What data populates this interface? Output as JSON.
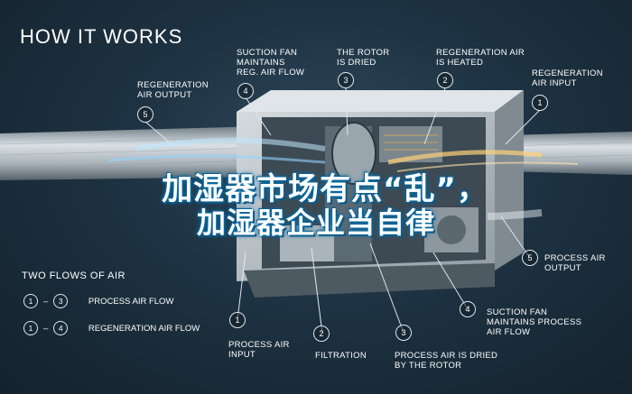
{
  "title": "HOW IT WORKS",
  "callouts": {
    "regen_air_output": {
      "number": "5",
      "label": "REGENERATION\nAIR OUTPUT"
    },
    "suction_fan_regen": {
      "number": "4",
      "label": "SUCTION FAN\nMAINTAINS\nREG. AIR FLOW"
    },
    "rotor_dried": {
      "number": "3",
      "label": "THE ROTOR\nIS DRIED"
    },
    "regen_air_heated": {
      "number": "2",
      "label": "REGENERATION AIR\nIS HEATED"
    },
    "regen_air_input": {
      "number": "1",
      "label": "REGENERATION\nAIR INPUT"
    },
    "process_air_output": {
      "number": "5",
      "label": "PROCESS AIR\nOUTPUT"
    },
    "suction_fan_process": {
      "number": "4",
      "label": "SUCTION FAN\nMAINTAINS PROCESS\nAIR FLOW"
    },
    "process_air_input": {
      "number": "1",
      "label": "PROCESS AIR\nINPUT"
    },
    "filtration": {
      "number": "2",
      "label": "FILTRATION"
    },
    "process_air_dried": {
      "number": "3",
      "label": "PROCESS AIR IS DRIED\nBY THE ROTOR"
    }
  },
  "legend": {
    "title": "TWO FLOWS OF AIR",
    "rows": [
      {
        "from": "1",
        "to": "3",
        "sep": "–",
        "label": "PROCESS AIR FLOW"
      },
      {
        "from": "1",
        "to": "4",
        "sep": "–",
        "label": "REGENERATION AIR FLOW"
      }
    ]
  },
  "overlay": {
    "line1": "加湿器市场有点“乱”，",
    "line2": "加湿器企业当自律"
  },
  "colors": {
    "background": "#1b2e3b",
    "duct": "#b9c2c8",
    "unit_body": "#c7ced3",
    "air_flow": "#8fd3ff",
    "heated_flow": "#ffd27a",
    "overlay_glow": "#0d6fa8"
  }
}
